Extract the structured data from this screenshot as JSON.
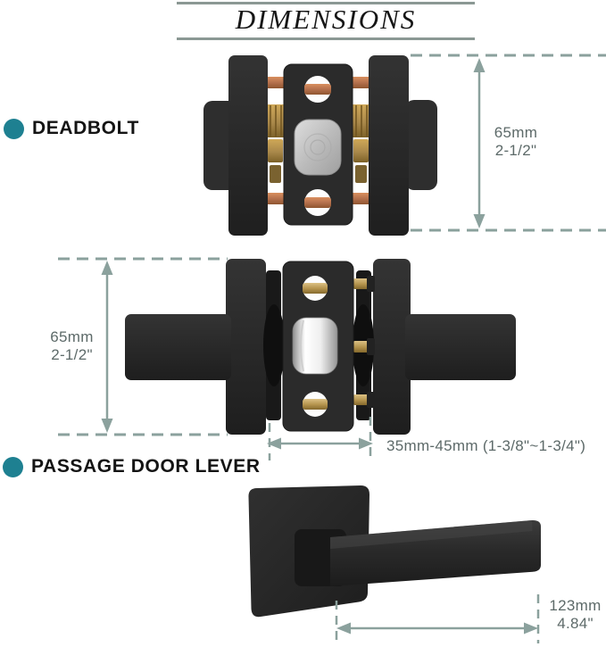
{
  "title": "DIMENSIONS",
  "sections": {
    "deadbolt": {
      "label": "DEADBOLT"
    },
    "passage_lever": {
      "label": "PASSAGE DOOR LEVER"
    }
  },
  "dimensions": {
    "deadbolt_height": {
      "mm": "65mm",
      "inch": "2-1/2\""
    },
    "lever_height": {
      "mm": "65mm",
      "inch": "2-1/2\""
    },
    "door_thickness_range": "35mm-45mm (1-3/8\"~1-3/4\")",
    "lever_length": {
      "mm": "123mm",
      "inch": "4.84\""
    }
  },
  "illustrations": {
    "deadbolt": "deadbolt-exploded-side-view",
    "lever_set": "passage-lever-latch-exploded-view",
    "single_lever": "passage-lever-handle-view"
  },
  "colors": {
    "accent_teal": "#1e8091",
    "dimension_line": "#8ba19d",
    "dimension_text": "#5d6a69",
    "title_rule": "#8b9894",
    "hardware_black": "#282828",
    "copper": "#b5714e",
    "brass": "#ab8b4a",
    "bolt_silver": "#bcbcbc",
    "latch_chrome": "#efefef",
    "text_black": "#141414"
  },
  "icons": {
    "deadbolt_bullet": "circle-bullet",
    "passage_bullet": "circle-bullet"
  }
}
